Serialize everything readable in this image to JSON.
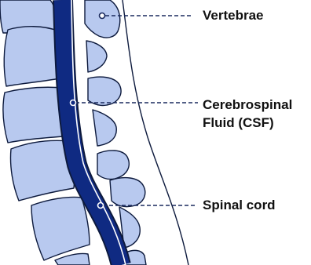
{
  "colors": {
    "vertebra_fill": "#b8c9ef",
    "vertebra_stroke": "#0d1a3d",
    "spinal_cord": "#0f2a82",
    "csf_line": "#ffffff",
    "leader_line": "#1a2a5e",
    "text": "#111111"
  },
  "labels": {
    "vertebrae": "Vertebrae",
    "csf": {
      "line1": "Cerebrospinal",
      "line2": "Fluid (CSF)"
    },
    "spinal_cord": "Spinal cord"
  }
}
